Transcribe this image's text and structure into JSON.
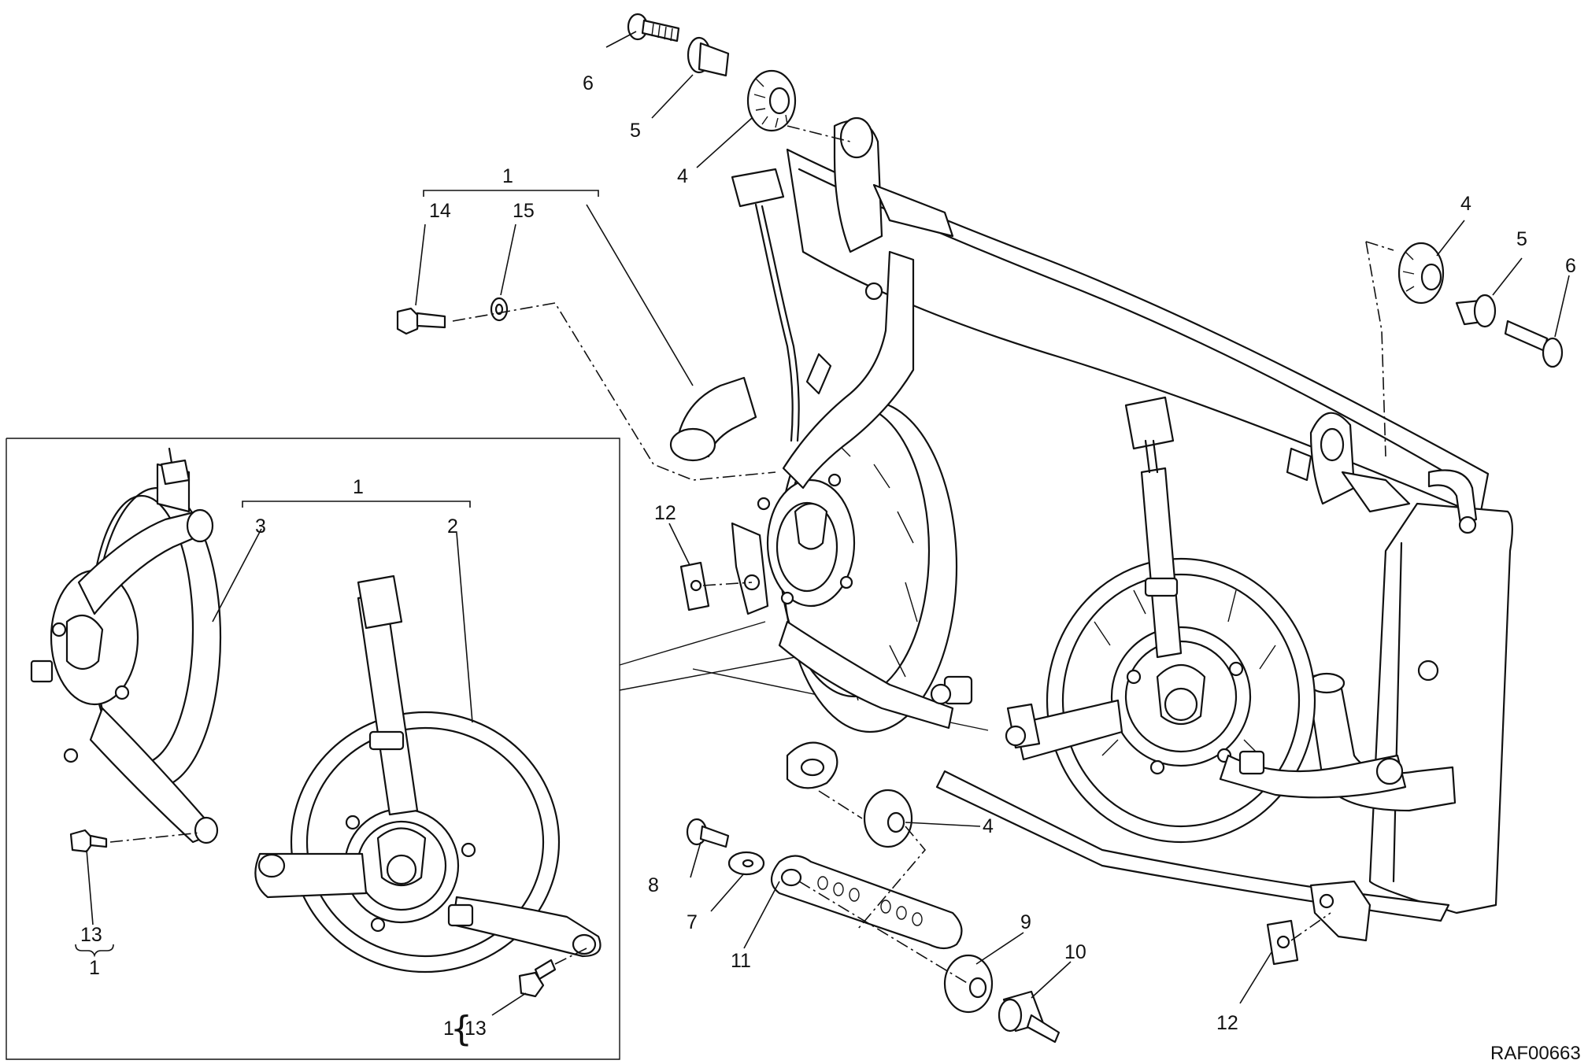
{
  "drawing_code": "RAF00663",
  "callouts": {
    "c1_top": "1",
    "c14": "14",
    "c15": "15",
    "c6_top": "6",
    "c5_top": "5",
    "c4_top": "4",
    "c4_right": "4",
    "c5_right": "5",
    "c6_right": "6",
    "c12_left": "12",
    "c4_low": "4",
    "c8": "8",
    "c7": "7",
    "c11": "11",
    "c9": "9",
    "c10": "10",
    "c12_low": "12",
    "c1_inset": "1",
    "c3": "3",
    "c2": "2",
    "c13_a": "13",
    "c1_a": "1",
    "c1_b": "1",
    "c13_b": "13"
  },
  "icons": [
    "bolt-icon",
    "washer-icon",
    "rubber-grommet-icon",
    "spacer-icon",
    "cooling-fan-icon",
    "radiator-icon",
    "clip-nut-icon",
    "bracket-icon"
  ]
}
